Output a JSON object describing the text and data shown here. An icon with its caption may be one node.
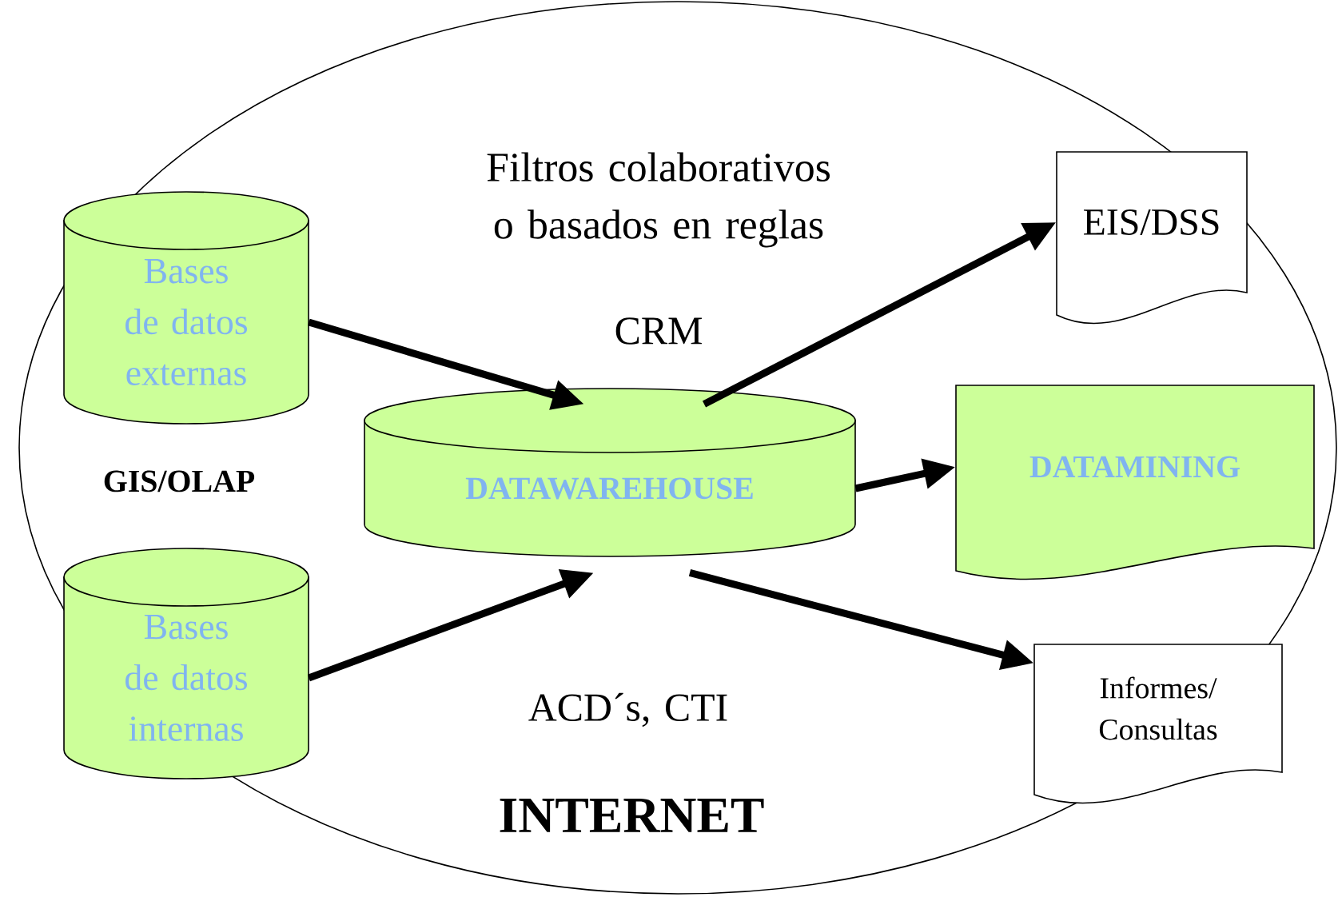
{
  "diagram": {
    "nodes": [
      {
        "text": [
          "Bases de datos externas"
        ]
      },
      {
        "text": [
          "Bases de datos internas"
        ]
      },
      {
        "text": [
          "DATAWAREHOUSE"
        ]
      },
      {
        "text": [
          "EIS/DSS"
        ]
      },
      {
        "text": [
          "DATAMINING"
        ]
      },
      {
        "text": [
          "Informes/ Consultas"
        ]
      }
    ],
    "edges": [
      {
        "from": 0,
        "to": 2,
        "arrow": "to"
      },
      {
        "from": 1,
        "to": 2,
        "arrow": "to"
      },
      {
        "from": 2,
        "to": 3,
        "arrow": "to"
      },
      {
        "from": 2,
        "to": 4,
        "arrow": "to"
      },
      {
        "from": 2,
        "to": 5,
        "arrow": "to"
      }
    ],
    "labels": [
      "Filtros colaborativos o basados en reglas",
      "CRM",
      "GIS/OLAP",
      "ACD´s, CTI",
      "INTERNET"
    ]
  }
}
